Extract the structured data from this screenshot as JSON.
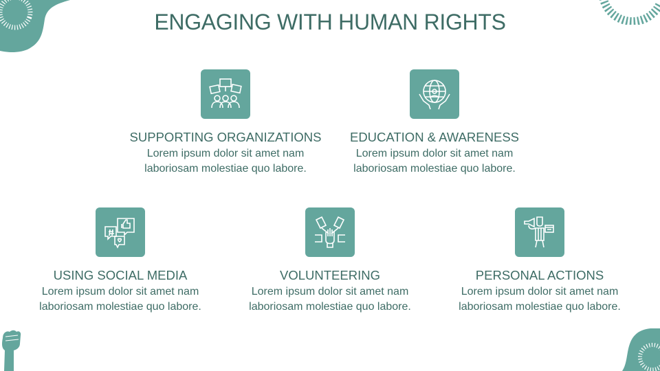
{
  "slide": {
    "title": "ENGAGING WITH HUMAN RIGHTS",
    "colors": {
      "accent": "#64a69d",
      "text": "#3e6c65",
      "background": "#ffffff"
    }
  },
  "cards": [
    {
      "title": "SUPPORTING ORGANIZATIONS",
      "line1": "Lorem ipsum dolor sit amet nam",
      "line2": "laboriosam molestiae quo labore.",
      "icon": "protest-signs-icon"
    },
    {
      "title": "EDUCATION & AWARENESS",
      "line1": "Lorem ipsum dolor sit amet nam",
      "line2": "laboriosam molestiae quo labore.",
      "icon": "globe-hands-icon"
    },
    {
      "title": "USING SOCIAL MEDIA",
      "line1": "Lorem ipsum dolor sit amet nam",
      "line2": "laboriosam molestiae quo labore.",
      "icon": "social-bubbles-icon"
    },
    {
      "title": "VOLUNTEERING",
      "line1": "Lorem ipsum dolor sit amet nam",
      "line2": "laboriosam molestiae quo labore.",
      "icon": "joined-hands-icon"
    },
    {
      "title": "PERSONAL ACTIONS",
      "line1": "Lorem ipsum dolor sit amet nam",
      "line2": "laboriosam molestiae quo labore.",
      "icon": "megaphone-person-icon"
    }
  ]
}
